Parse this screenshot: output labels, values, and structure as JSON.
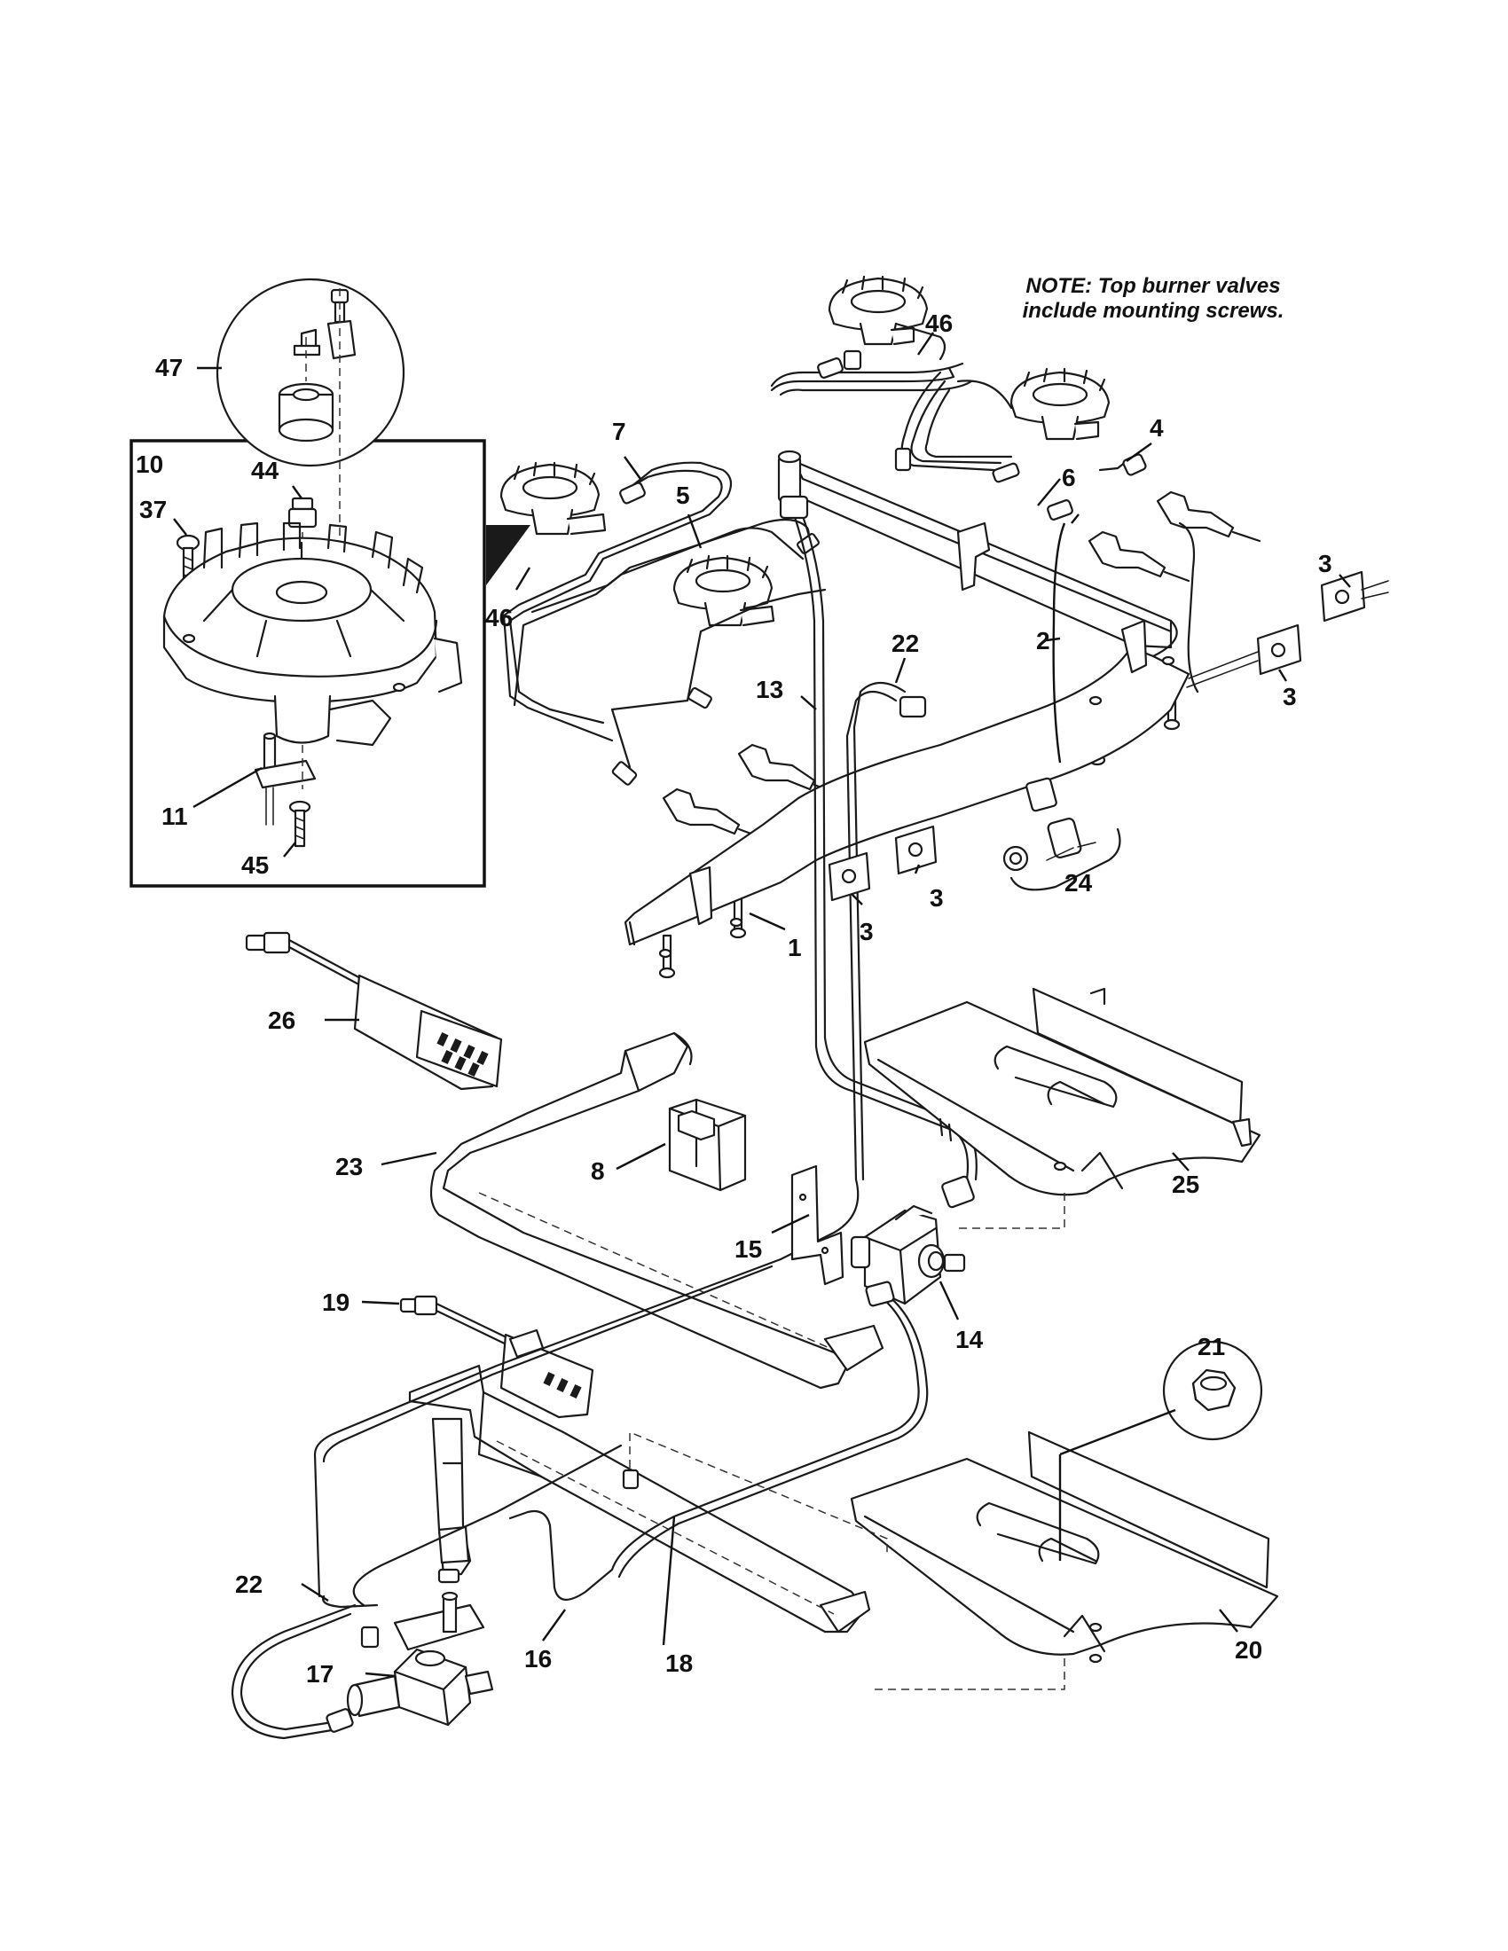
{
  "note": {
    "line1": "NOTE: Top burner valves",
    "line2": "include mounting screws."
  },
  "detail_box_label": "10",
  "callouts": {
    "c1": "1",
    "c2": "2",
    "c3a": "3",
    "c3b": "3",
    "c3c": "3",
    "c3d": "3",
    "c4": "4",
    "c5": "5",
    "c6": "6",
    "c7": "7",
    "c8": "8",
    "c11": "11",
    "c13": "13",
    "c14": "14",
    "c15": "15",
    "c16": "16",
    "c17": "17",
    "c18": "18",
    "c19": "19",
    "c20": "20",
    "c21": "21",
    "c22a": "22",
    "c22b": "22",
    "c23": "23",
    "c24": "24",
    "c25": "25",
    "c26": "26",
    "c37": "37",
    "c44": "44",
    "c45": "45",
    "c46a": "46",
    "c46b": "46",
    "c47": "47"
  }
}
